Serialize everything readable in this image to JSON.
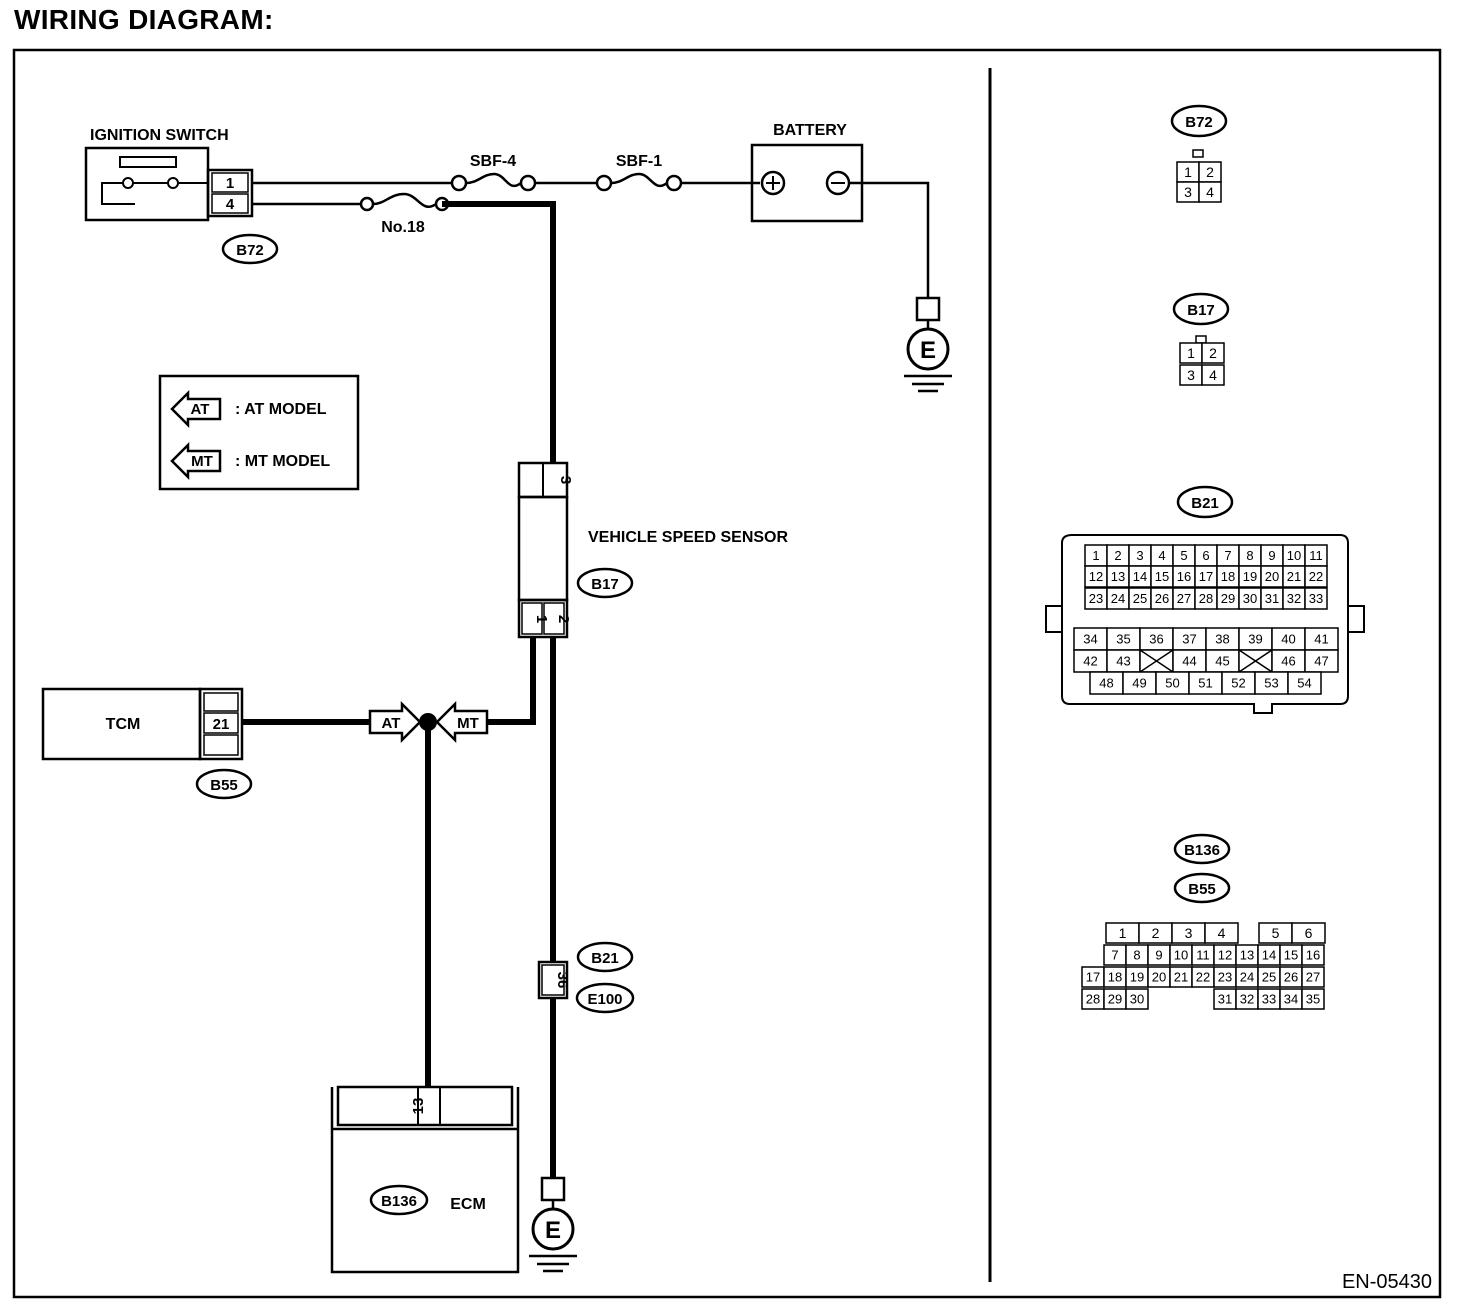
{
  "title": "WIRING DIAGRAM:",
  "doc_id": "EN-05430",
  "components": {
    "ignition_switch": "IGNITION SWITCH",
    "battery": "BATTERY",
    "vehicle_speed_sensor": "VEHICLE SPEED SENSOR",
    "tcm": "TCM",
    "ecm": "ECM",
    "ground": "E"
  },
  "fuses": {
    "sbf4": "SBF-4",
    "sbf1": "SBF-1",
    "no18": "No.18"
  },
  "legend": {
    "at_tag": "AT",
    "at_text": ": AT MODEL",
    "mt_tag": "MT",
    "mt_text": ": MT MODEL"
  },
  "connectors": {
    "b72": "B72",
    "b17": "B17",
    "b55": "B55",
    "b21": "B21",
    "e100": "E100",
    "b136": "B136"
  },
  "pins": {
    "ign_1": "1",
    "ign_4": "4",
    "vss_3": "3",
    "vss_1": "1",
    "vss_2": "2",
    "tcm_21": "21",
    "b21_36": "36",
    "ecm_13": "13"
  },
  "connector_views": {
    "b72": [
      "1",
      "2",
      "3",
      "4"
    ],
    "b17": [
      "1",
      "2",
      "3",
      "4"
    ],
    "b21_row1": [
      "1",
      "2",
      "3",
      "4",
      "5",
      "6",
      "7",
      "8",
      "9",
      "10",
      "11"
    ],
    "b21_row2": [
      "12",
      "13",
      "14",
      "15",
      "16",
      "17",
      "18",
      "19",
      "20",
      "21",
      "22"
    ],
    "b21_row3": [
      "23",
      "24",
      "25",
      "26",
      "27",
      "28",
      "29",
      "30",
      "31",
      "32",
      "33"
    ],
    "b21_row4": [
      "34",
      "35",
      "36",
      "37",
      "38",
      "39",
      "40",
      "41"
    ],
    "b21_row5": [
      "42",
      "43",
      "",
      "44",
      "45",
      "",
      "46",
      "47"
    ],
    "b21_row6": [
      "48",
      "49",
      "50",
      "51",
      "52",
      "53",
      "54"
    ],
    "b136_row1": [
      "1",
      "2",
      "3",
      "4",
      "",
      "5",
      "6"
    ],
    "b136_row2": [
      "7",
      "8",
      "9",
      "10",
      "11",
      "12",
      "13",
      "14",
      "15",
      "16"
    ],
    "b136_row3": [
      "17",
      "18",
      "19",
      "20",
      "21",
      "22",
      "23",
      "24",
      "25",
      "26",
      "27"
    ],
    "b136_row4": [
      "28",
      "29",
      "30",
      "",
      "",
      "",
      "31",
      "32",
      "33",
      "34",
      "35"
    ]
  }
}
